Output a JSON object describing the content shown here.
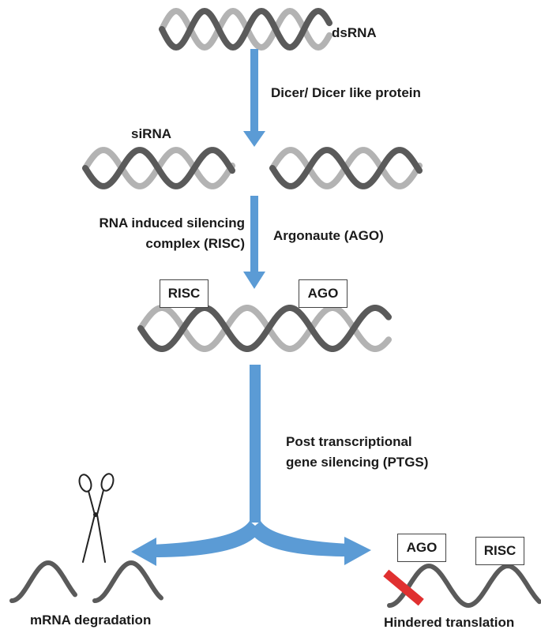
{
  "labels": {
    "dsrna": "dsRNA",
    "dicer": "Dicer/ Dicer like protein",
    "sirna": "siRNA",
    "risc_complex": "RNA induced silencing complex (RISC)",
    "argonaute": "Argonaute (AGO)",
    "ptgs": "Post transcriptional gene silencing (PTGS)",
    "mrna_degradation": "mRNA degradation",
    "hindered_translation": "Hindered translation"
  },
  "boxes": {
    "risc_top": "RISC",
    "ago_top": "AGO",
    "ago_bottom": "AGO",
    "risc_bottom": "RISC"
  },
  "colors": {
    "arrow": "#5b9bd5",
    "strand_dark": "#5a5a5a",
    "strand_light": "#b3b3b3",
    "block_bar": "#e03030",
    "text": "#1a1a1a"
  },
  "icons": {
    "cut": "scissors-icon",
    "block": "block-bar"
  }
}
